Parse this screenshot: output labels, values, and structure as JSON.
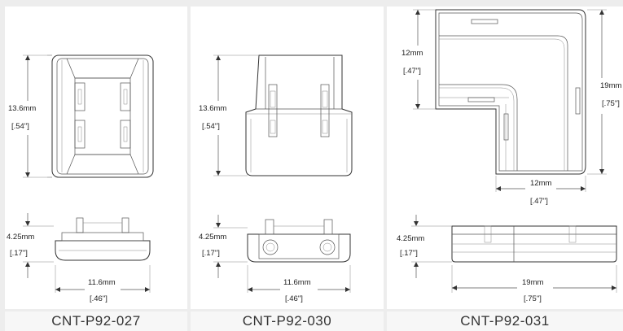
{
  "panels": [
    {
      "caption": "CNT-P92-027",
      "height_mm": "13.6mm",
      "height_in": "[.54\"]",
      "depth_mm": "4.25mm",
      "depth_in": "[.17\"]",
      "width_mm": "11.6mm",
      "width_in": "[.46\"]"
    },
    {
      "caption": "CNT-P92-030",
      "height_mm": "13.6mm",
      "height_in": "[.54\"]",
      "depth_mm": "4.25mm",
      "depth_in": "[.17\"]",
      "width_mm": "11.6mm",
      "width_in": "[.46\"]"
    },
    {
      "caption": "CNT-P92-031",
      "leg_mm": "12mm",
      "leg_in": "[.47\"]",
      "height_mm": "19mm",
      "height_in": "[.75\"]",
      "inner_mm": "12mm",
      "inner_in": "[.47\"]",
      "depth_mm": "4.25mm",
      "depth_in": "[.17\"]",
      "width_mm": "19mm",
      "width_in": "[.75\"]"
    }
  ]
}
